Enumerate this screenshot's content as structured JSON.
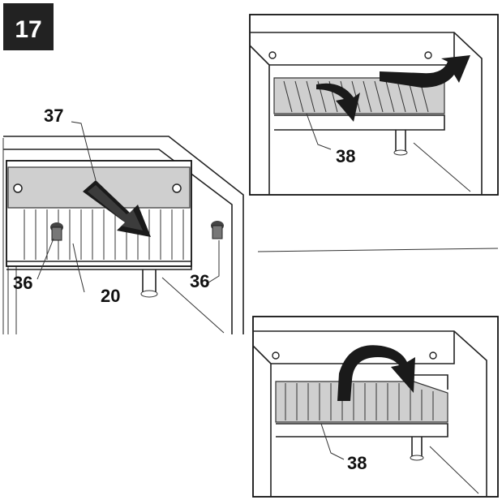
{
  "step": "17",
  "labels": {
    "cover_plate": "37",
    "screw": "36",
    "rack_part": "20",
    "rack_top": "38",
    "rack_bottom": "38"
  },
  "icons": {
    "push_out_arrow": "arrow-down-right-icon",
    "lift_arrow": "curved-arrow-icon",
    "swing_arrow": "curved-arrow-icon"
  }
}
